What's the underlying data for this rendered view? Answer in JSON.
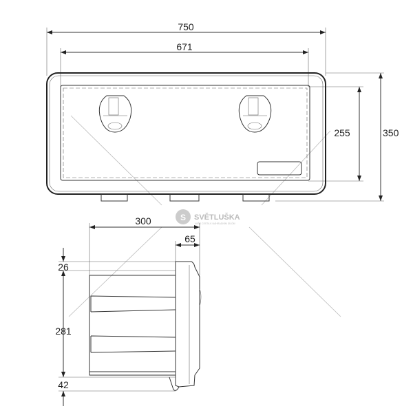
{
  "front_view": {
    "dimensions": {
      "overall_width": "750",
      "inner_width": "671",
      "inner_height": "255",
      "overall_height": "350"
    }
  },
  "side_view": {
    "dimensions": {
      "depth": "300",
      "lid_depth": "65",
      "top_offset": "26",
      "body_height": "281",
      "bottom_offset": "42"
    }
  },
  "watermark": {
    "brand": "SVĚTLUŠKA",
    "tagline": "VAŠE CESTA K NÁHRADNÍM DÍLŮM",
    "icon": "coin-logo-icon"
  },
  "colors": {
    "line": "#333333",
    "watermark": "#bbbbbb"
  }
}
